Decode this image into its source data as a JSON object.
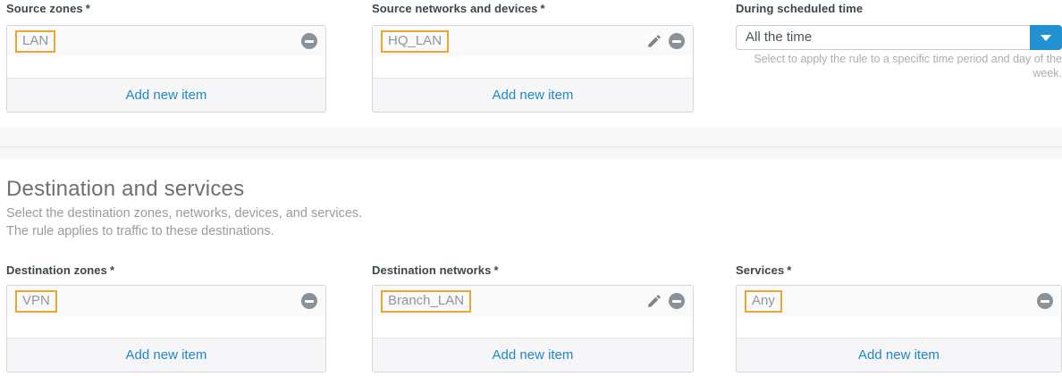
{
  "colors": {
    "accent_blue": "#2191d0",
    "link_blue": "#1c89c8",
    "chip_highlight_orange": "#eda632",
    "icon_gray": "#8a9299",
    "label_dark": "#3b464d"
  },
  "icons": {
    "remove": "minus-circle-icon",
    "edit": "pencil-icon",
    "dropdown": "chevron-down-icon"
  },
  "fields": {
    "source_zones": {
      "label": "Source zones",
      "required": "*",
      "items": [
        "LAN"
      ],
      "add_label": "Add new item"
    },
    "source_networks": {
      "label": "Source networks and devices",
      "required": "*",
      "items": [
        "HQ_LAN"
      ],
      "add_label": "Add new item"
    },
    "destination_zones": {
      "label": "Destination zones",
      "required": "*",
      "items": [
        "VPN"
      ],
      "add_label": "Add new item"
    },
    "destination_networks": {
      "label": "Destination networks",
      "required": "*",
      "items": [
        "Branch_LAN"
      ],
      "add_label": "Add new item"
    },
    "services": {
      "label": "Services",
      "required": "*",
      "items": [
        "Any"
      ],
      "add_label": "Add new item"
    }
  },
  "schedule": {
    "label": "During scheduled time",
    "selected_value": "All the time",
    "helper_text": "Select to apply the rule to a specific time period and day of the week."
  },
  "destination_section": {
    "title": "Destination and services",
    "description_line1": "Select the destination zones, networks, devices, and services.",
    "description_line2": "The rule applies to traffic to these destinations."
  }
}
